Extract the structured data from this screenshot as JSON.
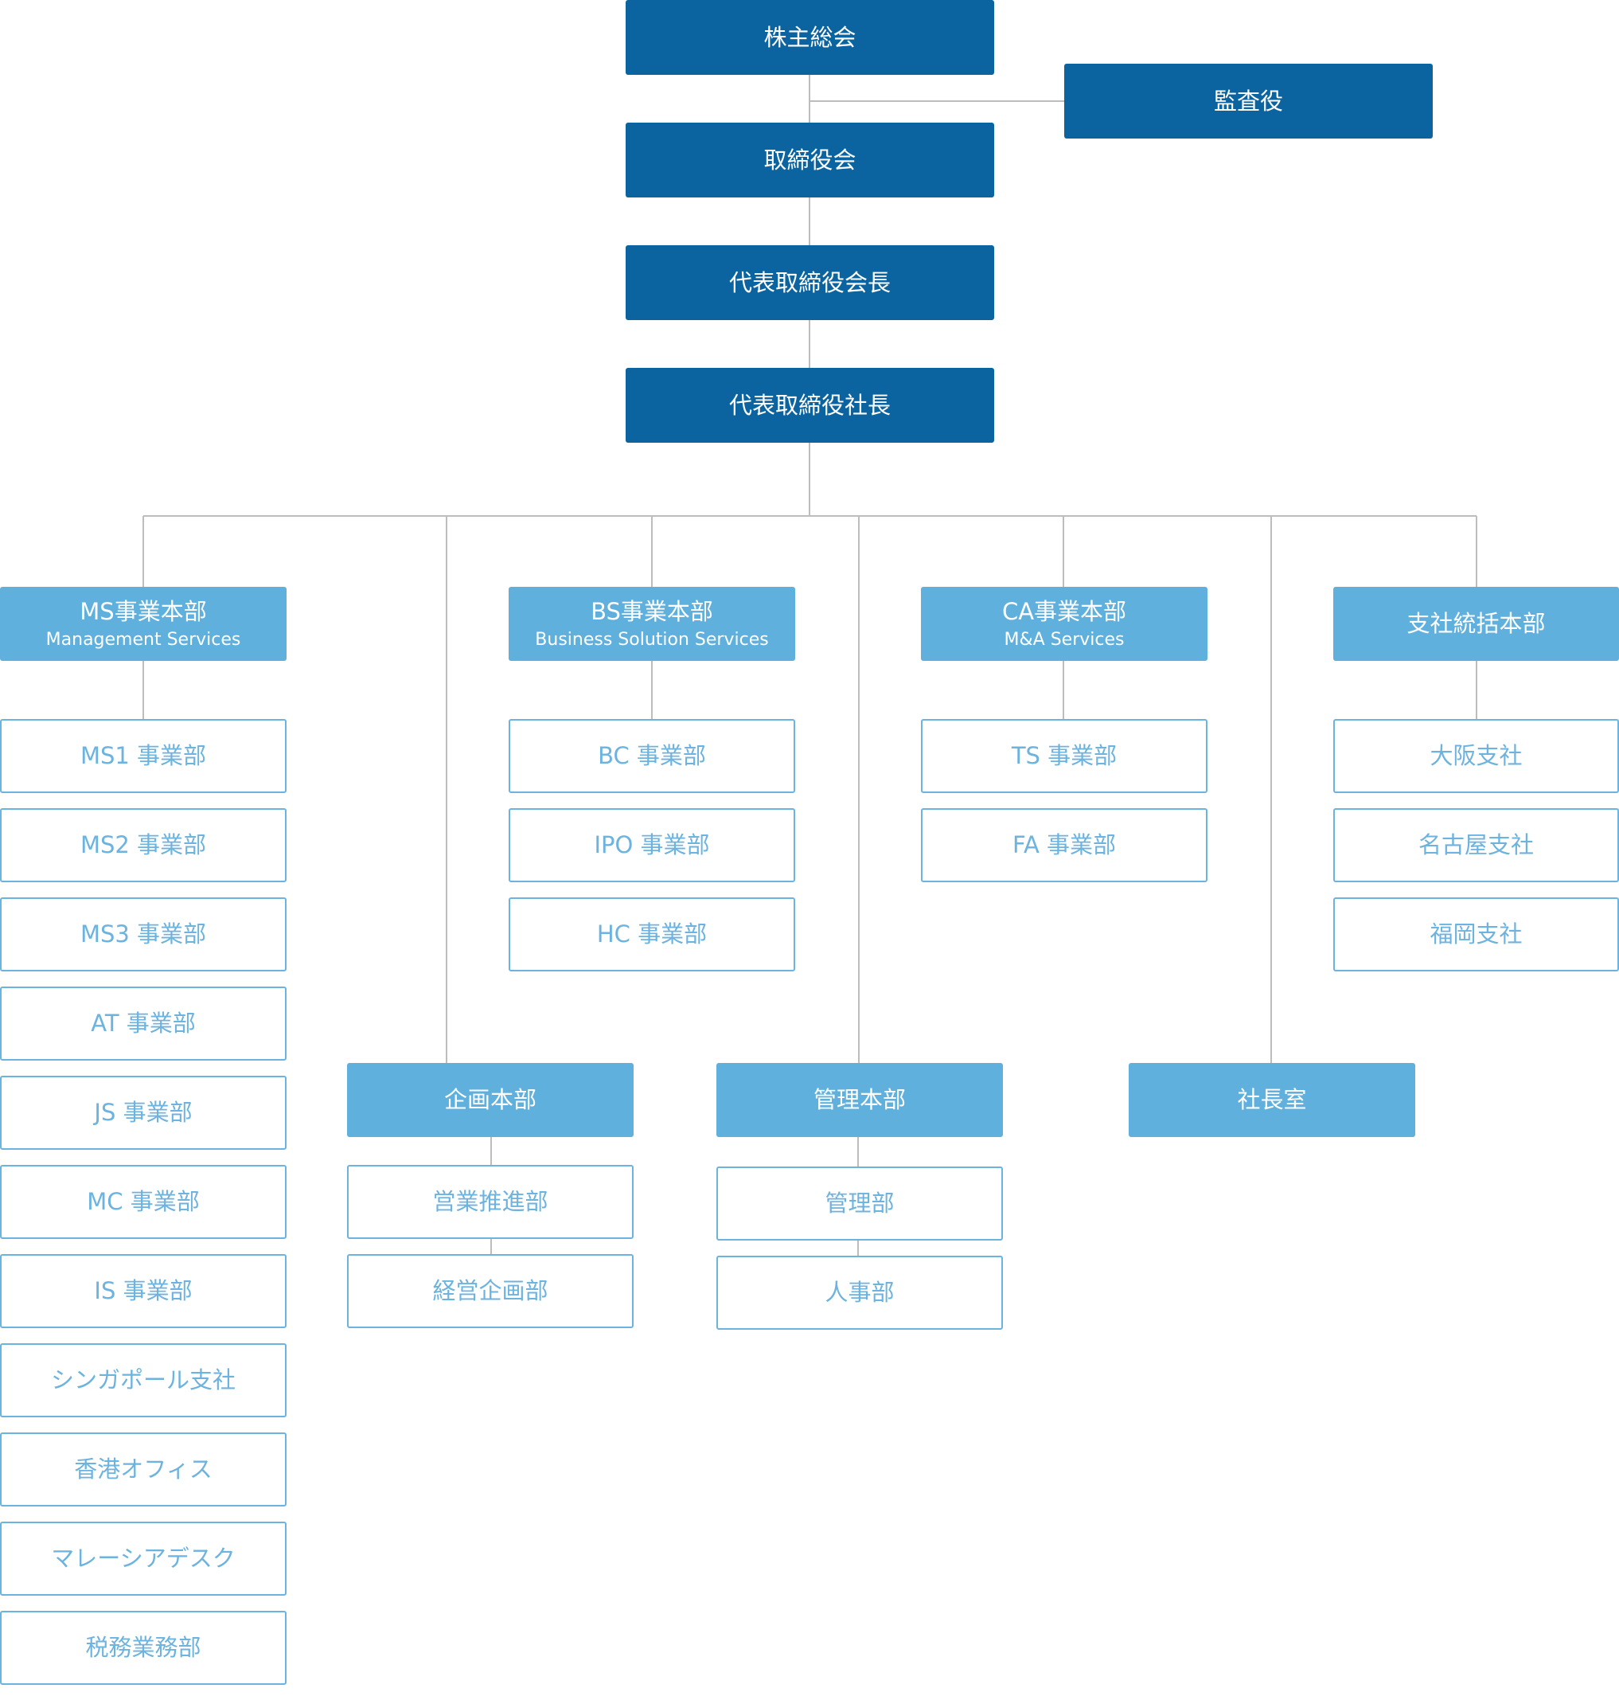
{
  "colors": {
    "dark": "#0b64a0",
    "light": "#5fb0dd",
    "outline": "#6cb3df",
    "line": "#bdbdbd"
  },
  "top": {
    "shareholders": "株主総会",
    "auditor": "監査役",
    "board": "取締役会",
    "chairman": "代表取締役会長",
    "president": "代表取締役社長"
  },
  "divisions": {
    "ms": {
      "title": "MS事業本部",
      "subtitle": "Management Services",
      "units": [
        "MS1 事業部",
        "MS2 事業部",
        "MS3 事業部",
        "AT 事業部",
        "JS 事業部",
        "MC 事業部",
        "IS 事業部",
        "シンガポール支社",
        "香港オフィス",
        "マレーシアデスク",
        "税務業務部"
      ]
    },
    "bs": {
      "title": "BS事業本部",
      "subtitle": "Business Solution Services",
      "units": [
        "BC 事業部",
        "IPO 事業部",
        "HC 事業部"
      ]
    },
    "ca": {
      "title": "CA事業本部",
      "subtitle": "M&A Services",
      "units": [
        "TS 事業部",
        "FA 事業部"
      ]
    },
    "branch": {
      "title": "支社統括本部",
      "units": [
        "大阪支社",
        "名古屋支社",
        "福岡支社"
      ]
    },
    "planning": {
      "title": "企画本部",
      "units": [
        "営業推進部",
        "経営企画部"
      ]
    },
    "admin": {
      "title": "管理本部",
      "units": [
        "管理部",
        "人事部"
      ]
    },
    "office": {
      "title": "社長室"
    }
  }
}
